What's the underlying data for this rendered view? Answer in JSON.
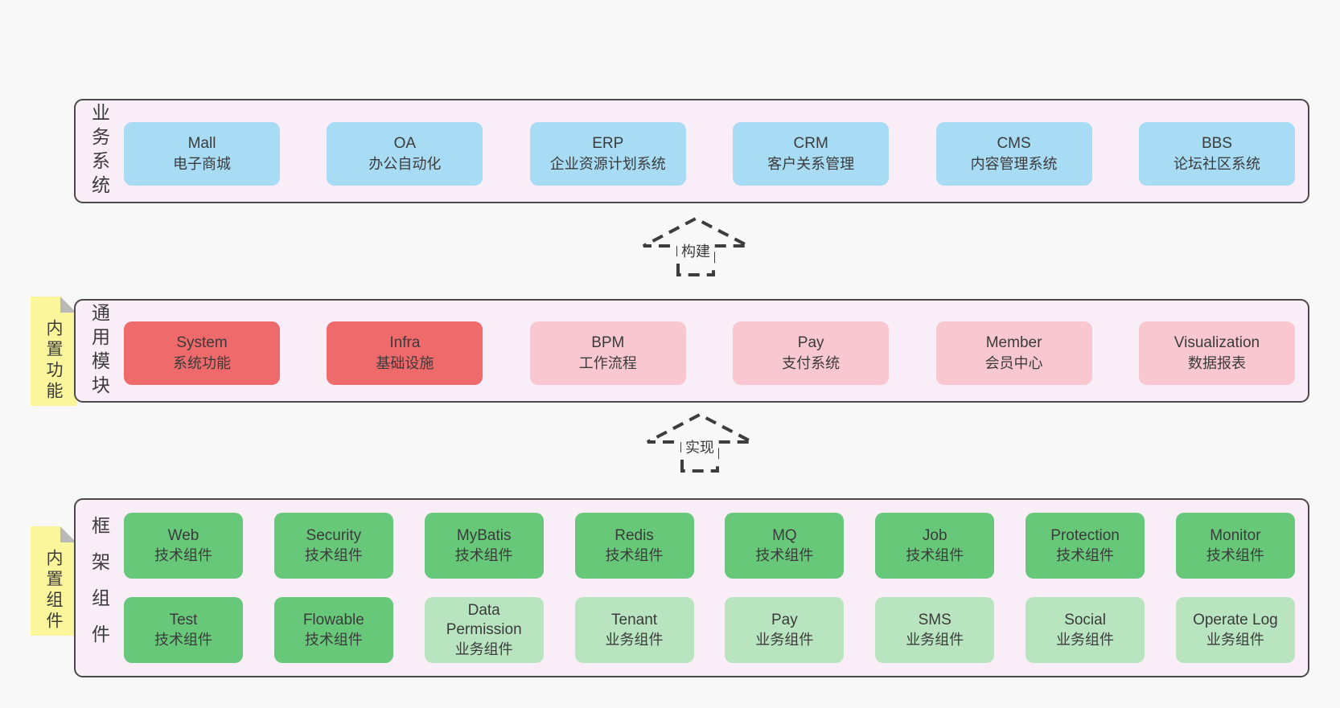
{
  "colors": {
    "page_bg": "#f8f8f8",
    "panel_bg": "#f9edf7",
    "panel_border": "#4a4a4a",
    "box_blue": "#a8dcf4",
    "box_red": "#ee6a6b",
    "box_pink": "#f9c7cf",
    "box_green": "#68c87a",
    "box_light_green": "#b8e4bf",
    "sticky_yellow": "#fbf59c",
    "text": "#3b3b3b"
  },
  "business_layer": {
    "label": "业务系统",
    "items": [
      {
        "title": "Mall",
        "subtitle": "电子商城",
        "variant": "blue"
      },
      {
        "title": "OA",
        "subtitle": "办公自动化",
        "variant": "blue"
      },
      {
        "title": "ERP",
        "subtitle": "企业资源计划系统",
        "variant": "blue"
      },
      {
        "title": "CRM",
        "subtitle": "客户关系管理",
        "variant": "blue"
      },
      {
        "title": "CMS",
        "subtitle": "内容管理系统",
        "variant": "blue"
      },
      {
        "title": "BBS",
        "subtitle": "论坛社区系统",
        "variant": "blue"
      }
    ]
  },
  "arrow_build": {
    "label": "构建"
  },
  "module_layer": {
    "label": "通用模块",
    "sticky": "内置功能",
    "items": [
      {
        "title": "System",
        "subtitle": "系统功能",
        "variant": "red"
      },
      {
        "title": "Infra",
        "subtitle": "基础设施",
        "variant": "red"
      },
      {
        "title": "BPM",
        "subtitle": "工作流程",
        "variant": "pink"
      },
      {
        "title": "Pay",
        "subtitle": "支付系统",
        "variant": "pink"
      },
      {
        "title": "Member",
        "subtitle": "会员中心",
        "variant": "pink"
      },
      {
        "title": "Visualization",
        "subtitle": "数据报表",
        "variant": "pink"
      }
    ]
  },
  "arrow_implement": {
    "label": "实现"
  },
  "component_layer": {
    "label": "框架组件",
    "sticky": "内置组件",
    "row1": [
      {
        "title": "Web",
        "subtitle": "技术组件",
        "variant": "green"
      },
      {
        "title": "Security",
        "subtitle": "技术组件",
        "variant": "green"
      },
      {
        "title": "MyBatis",
        "subtitle": "技术组件",
        "variant": "green"
      },
      {
        "title": "Redis",
        "subtitle": "技术组件",
        "variant": "green"
      },
      {
        "title": "MQ",
        "subtitle": "技术组件",
        "variant": "green"
      },
      {
        "title": "Job",
        "subtitle": "技术组件",
        "variant": "green"
      },
      {
        "title": "Protection",
        "subtitle": "技术组件",
        "variant": "green"
      },
      {
        "title": "Monitor",
        "subtitle": "技术组件",
        "variant": "green"
      }
    ],
    "row2": [
      {
        "title": "Test",
        "subtitle": "技术组件",
        "variant": "green"
      },
      {
        "title": "Flowable",
        "subtitle": "技术组件",
        "variant": "green"
      },
      {
        "title": "Data Permission",
        "subtitle": "业务组件",
        "variant": "light-green"
      },
      {
        "title": "Tenant",
        "subtitle": "业务组件",
        "variant": "light-green"
      },
      {
        "title": "Pay",
        "subtitle": "业务组件",
        "variant": "light-green"
      },
      {
        "title": "SMS",
        "subtitle": "业务组件",
        "variant": "light-green"
      },
      {
        "title": "Social",
        "subtitle": "业务组件",
        "variant": "light-green"
      },
      {
        "title": "Operate Log",
        "subtitle": "业务组件",
        "variant": "light-green"
      }
    ]
  }
}
